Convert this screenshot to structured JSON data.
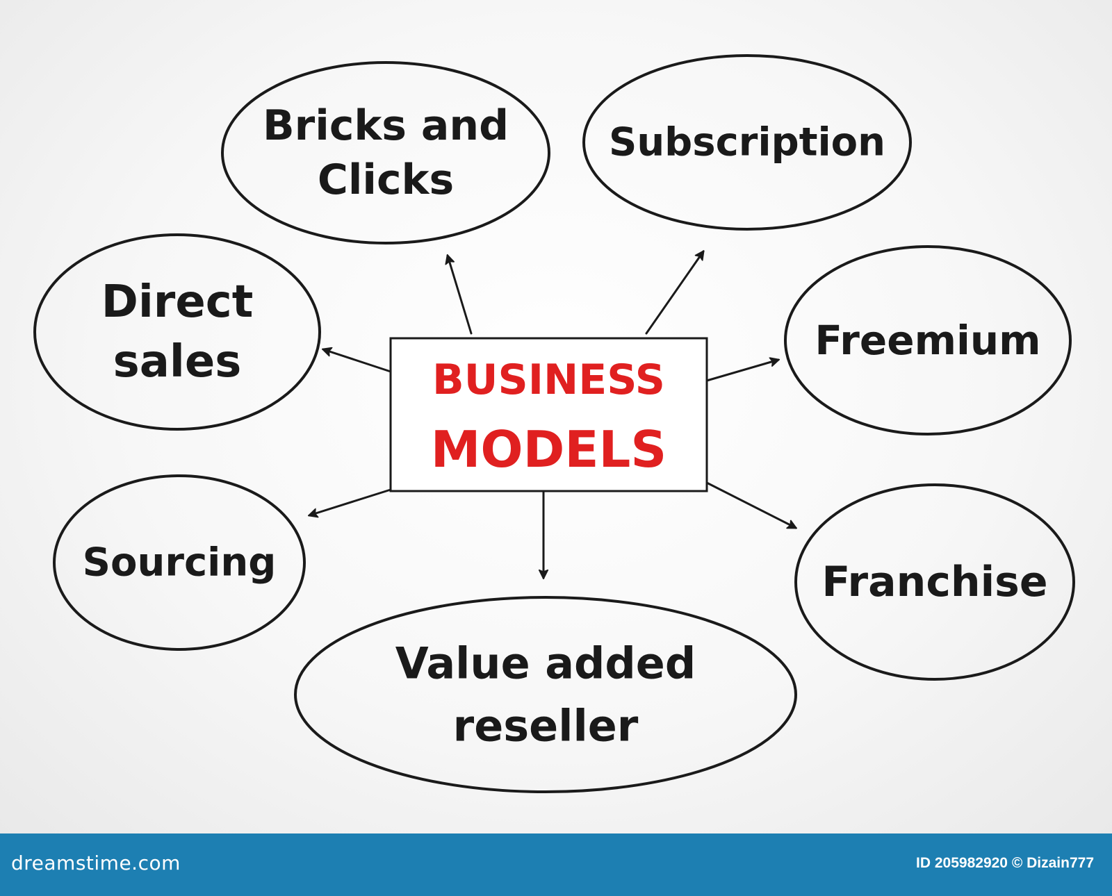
{
  "diagram": {
    "center": {
      "lines": [
        "BUSINESS",
        "MODELS"
      ],
      "color": "#e02020"
    },
    "nodes": [
      {
        "id": "bricks-and-clicks",
        "lines": [
          "Bricks and",
          "Clicks"
        ]
      },
      {
        "id": "subscription",
        "lines": [
          "Subscription"
        ]
      },
      {
        "id": "direct-sales",
        "lines": [
          "Direct",
          "sales"
        ]
      },
      {
        "id": "freemium",
        "lines": [
          "Freemium"
        ]
      },
      {
        "id": "sourcing",
        "lines": [
          "Sourcing"
        ]
      },
      {
        "id": "franchise",
        "lines": [
          "Franchise"
        ]
      },
      {
        "id": "value-added-reseller",
        "lines": [
          "Value added",
          "reseller"
        ]
      }
    ],
    "ink_color": "#1a1a1a"
  },
  "footer": {
    "brand": "dreamstime.com",
    "id_text": "ID 205982920 © Dizain777",
    "background": "#1d7fb2"
  }
}
